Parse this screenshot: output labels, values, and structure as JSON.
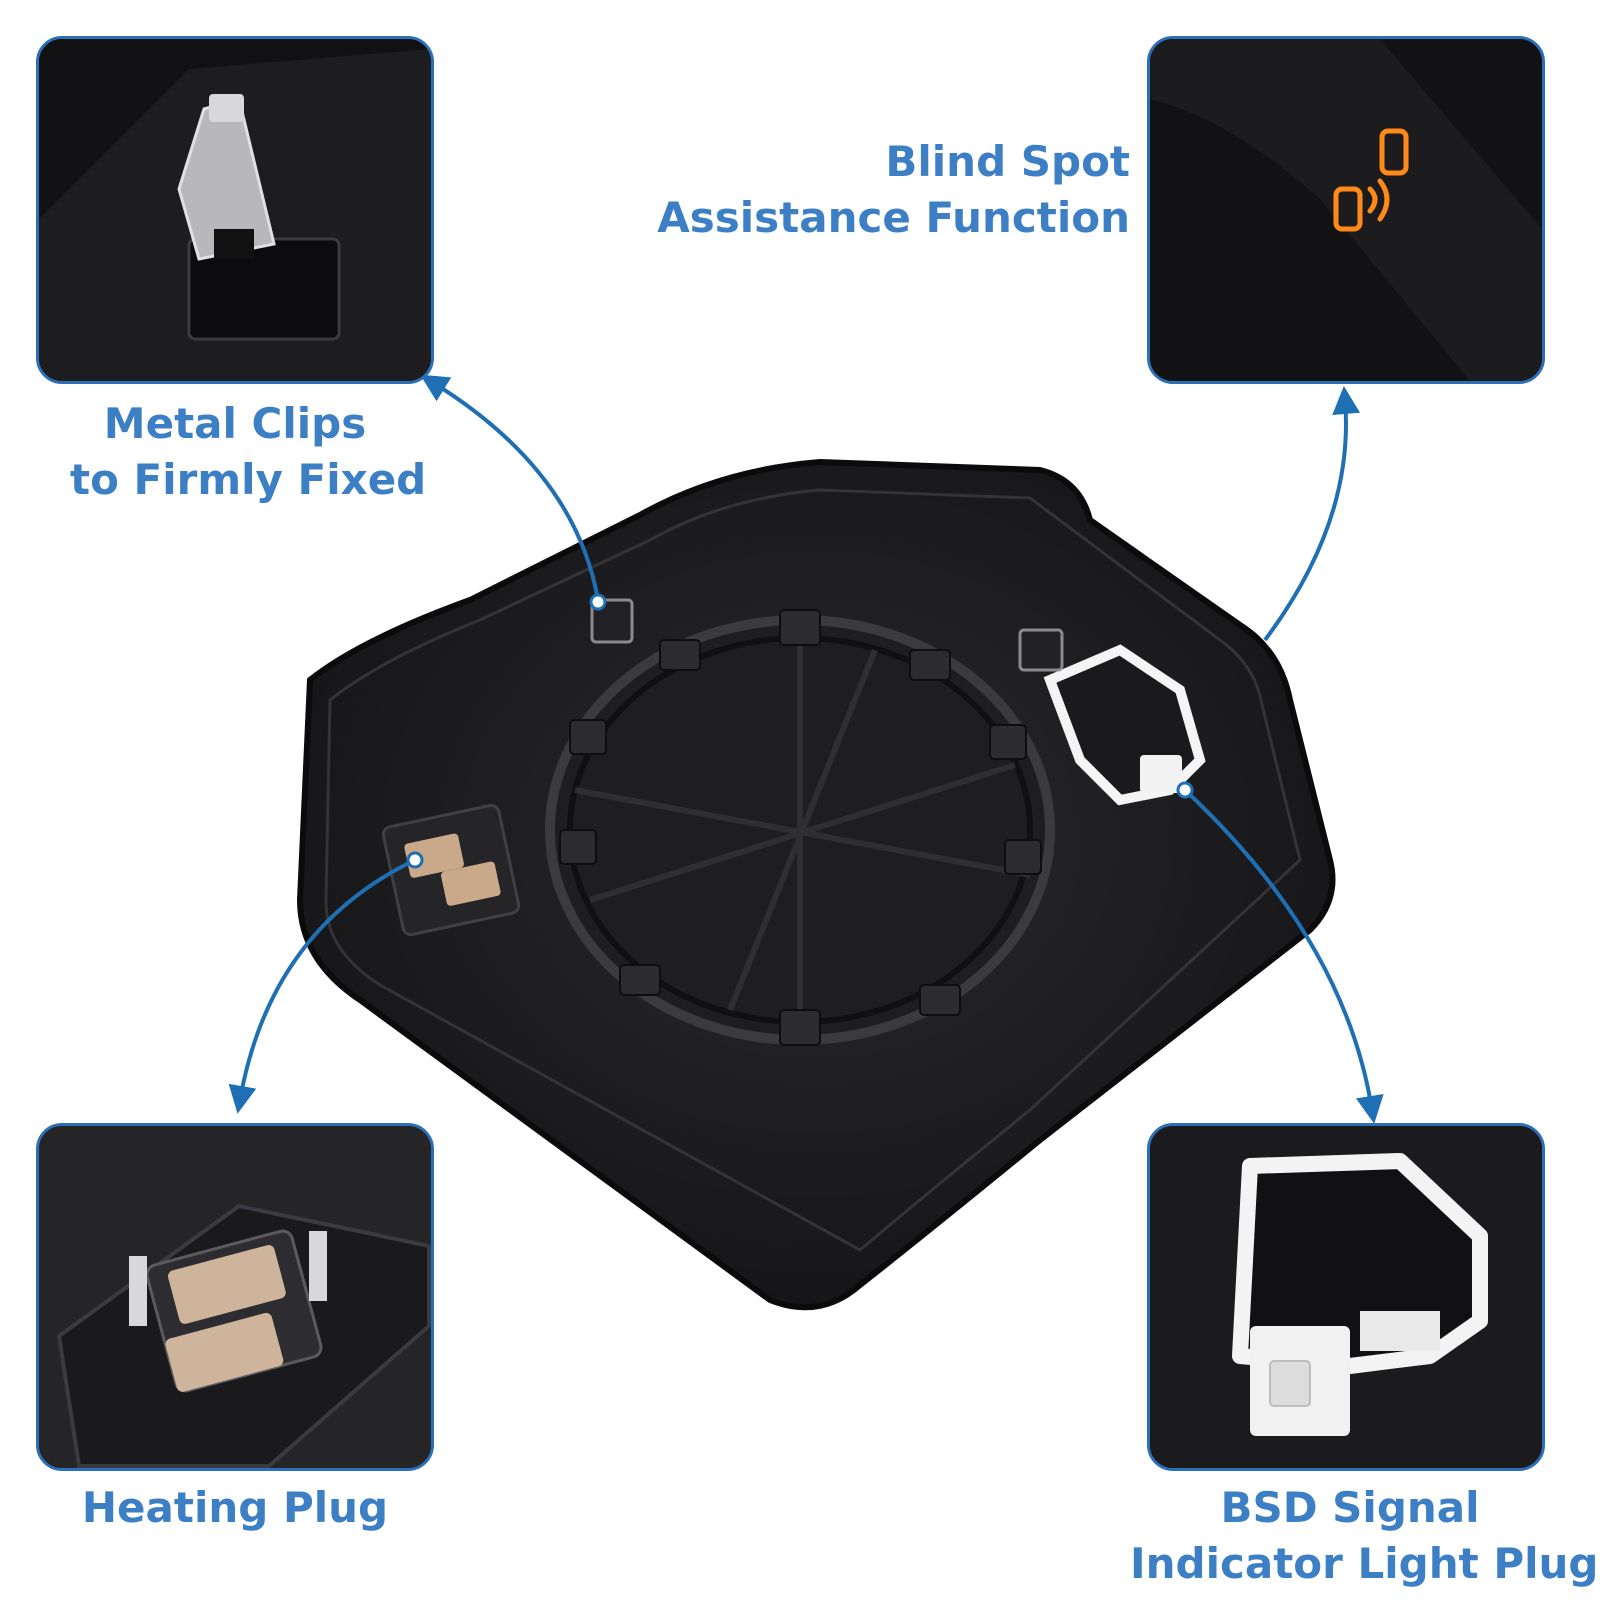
{
  "callouts": {
    "metal_clips": {
      "line1": "Metal Clips",
      "line2": "to Firmly Fixed"
    },
    "blind_spot": {
      "line1": "Blind Spot",
      "line2": "Assistance Function"
    },
    "heating_plug": {
      "label": "Heating Plug"
    },
    "bsd_plug": {
      "line1": "BSD Signal",
      "line2": "Indicator Light Plug"
    }
  },
  "colors": {
    "label_blue": "#3d7fc4",
    "inset_border": "#2a6fb8",
    "arrow_blue": "#1f6fb5",
    "plate_black": "#1b1b1d",
    "bsd_led_amber": "#ff8a1a"
  },
  "icons": [
    "car-blind-spot-icon",
    "arrow-icon"
  ]
}
